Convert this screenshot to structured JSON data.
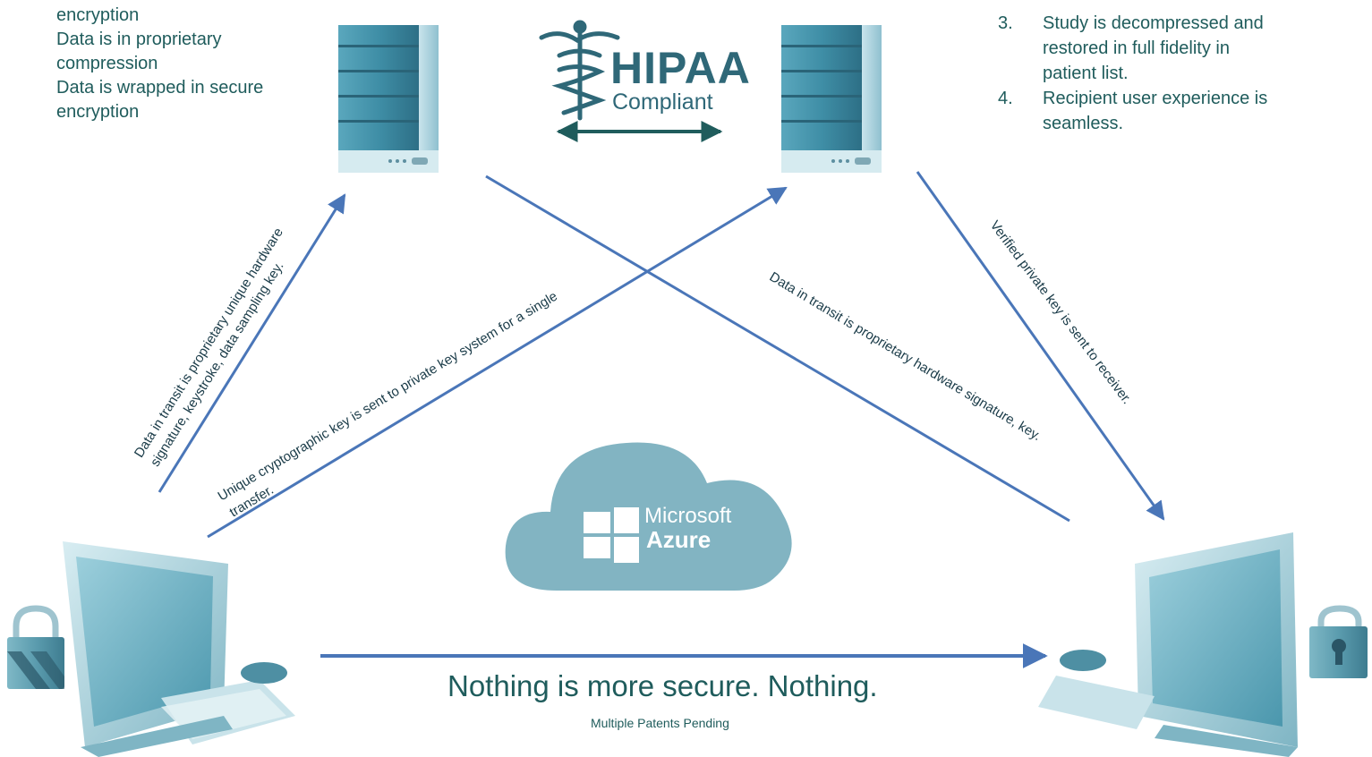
{
  "left_notes": [
    "encryption",
    "Data is in proprietary",
    "compression",
    "Data is wrapped in secure",
    "encryption"
  ],
  "right_steps": [
    {
      "number": "3.",
      "lines": [
        "Study is decompressed and",
        "restored in full fidelity in",
        "patient list."
      ]
    },
    {
      "number": "4.",
      "lines": [
        "Recipient user experience is",
        "seamless."
      ]
    }
  ],
  "hipaa": {
    "word": "HIPAA",
    "sub": "Compliant"
  },
  "azure": {
    "line1": "Microsoft",
    "line2": "Azure"
  },
  "flow_labels": {
    "left_line1": "Data in transit is proprietary unique hardware",
    "left_line2": "signature, keystroke, data sampling key.",
    "center_line1": "Unique cryptographic key is sent to private key system for a single",
    "center_line2": "transfer.",
    "right_center": "Data in transit is proprietary hardware signature, key.",
    "right": "Verified private key is sent to receiver."
  },
  "tagline": "Nothing is more secure. Nothing.",
  "patents": "Multiple Patents Pending",
  "colors": {
    "text": "#1f5c5c",
    "arrow": "#4a76b8",
    "server": "#3d8aa3",
    "cloud": "#82b4c2",
    "hipaa": "#2f6878",
    "hipaa_arrow": "#1f5c5c"
  },
  "icons": [
    "server-icon",
    "computer-icon",
    "padlock-icon",
    "cloud-icon",
    "windows-logo-icon",
    "caduceus-icon"
  ]
}
